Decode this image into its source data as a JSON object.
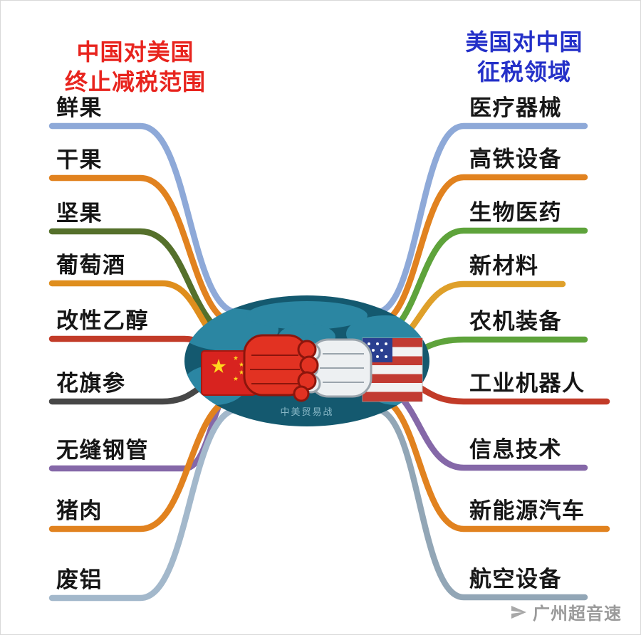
{
  "left_panel": {
    "title_line1": "中国对美国",
    "title_line2": "终止减税范围",
    "title_color": "#e8241e",
    "items": [
      {
        "label": "鲜果",
        "color": "#8ea9d8"
      },
      {
        "label": "干果",
        "color": "#e1821f"
      },
      {
        "label": "坚果",
        "color": "#55702b"
      },
      {
        "label": "葡萄酒",
        "color": "#df8e1d"
      },
      {
        "label": "改性乙醇",
        "color": "#c23b28"
      },
      {
        "label": "花旗参",
        "color": "#474747"
      },
      {
        "label": "无缝钢管",
        "color": "#8568a8"
      },
      {
        "label": "猪肉",
        "color": "#e1821f"
      },
      {
        "label": "废铝",
        "color": "#a3b8cb"
      }
    ]
  },
  "right_panel": {
    "title_line1": "美国对中国",
    "title_line2": "征税领域",
    "title_color": "#2430c8",
    "items": [
      {
        "label": "医疗器械",
        "color": "#8ea9d8"
      },
      {
        "label": "高铁设备",
        "color": "#e1821f"
      },
      {
        "label": "生物医药",
        "color": "#5ea33b"
      },
      {
        "label": "新材料",
        "color": "#dfa02a"
      },
      {
        "label": "农机装备",
        "color": "#5ea33b"
      },
      {
        "label": "工业机器人",
        "color": "#c23b28"
      },
      {
        "label": "信息技术",
        "color": "#8568a8"
      },
      {
        "label": "新能源汽车",
        "color": "#e1821f"
      },
      {
        "label": "航空设备",
        "color": "#92a6b6"
      }
    ]
  },
  "center": {
    "caption": "中美贸易战",
    "ocean": "#14596f",
    "land": "#2e8ba8",
    "china_flag": "#d8231f",
    "china_red": "#e23222",
    "star_yellow": "#ffd91e",
    "usa_red": "#c23b32",
    "usa_blue": "#2a3f90",
    "fist_white": "#edf0f2"
  },
  "watermark": {
    "text": "广州超音速"
  }
}
